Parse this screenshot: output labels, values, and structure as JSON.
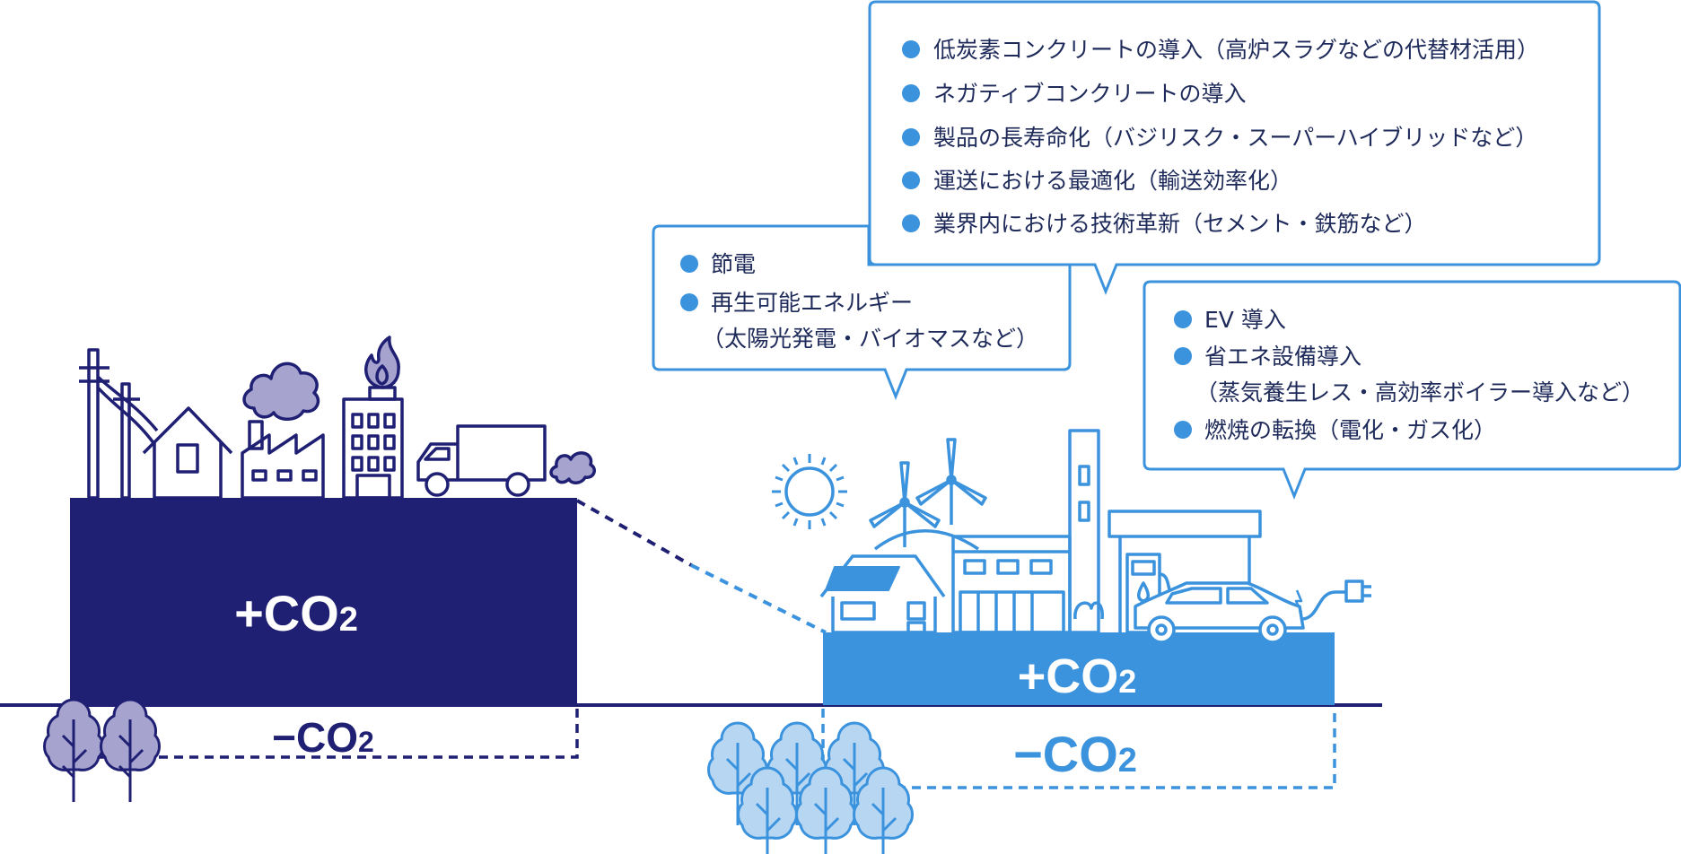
{
  "colors": {
    "navy": "#1f1f73",
    "blue": "#3b92dd",
    "light_blue": "#b7d6f2",
    "lavender": "#a6a3cf",
    "outline": "#1f1f73"
  },
  "left_block": {
    "plus_label": "+CO",
    "plus_sub": "2",
    "minus_label": "−CO",
    "minus_sub": "2"
  },
  "right_block": {
    "plus_label": "+CO",
    "plus_sub": "2",
    "minus_label": "−CO",
    "minus_sub": "2"
  },
  "bubbles": {
    "top": {
      "items": [
        "低炭素コンクリートの導入（高炉スラグなどの代替材活用）",
        "ネガティブコンクリートの導入",
        "製品の長寿命化（バジリスク・スーパーハイブリッドなど）",
        "運送における最適化（輸送効率化）",
        "業界内における技術革新（セメント・鉄筋など）"
      ]
    },
    "left": {
      "item1": "節電",
      "item2": "再生可能エネルギー",
      "item2_sub": "（太陽光発電・バイオマスなど）"
    },
    "right": {
      "item1": "EV 導入",
      "item2": "省エネ設備導入",
      "item2_sub": "（蒸気養生レス・高効率ボイラー導入など）",
      "item3": "燃焼の転換（電化・ガス化）"
    }
  },
  "icons": {
    "left_scene": [
      "utility-pole-icon",
      "house-icon",
      "factory-icon",
      "building-icon",
      "flame-icon",
      "smoke-icon",
      "truck-icon"
    ],
    "right_scene": [
      "sun-icon",
      "wind-turbine-icon",
      "solar-house-icon",
      "eco-factory-icon",
      "ev-charger-icon",
      "electric-car-icon",
      "plug-icon"
    ],
    "trees": [
      "tree-icon"
    ]
  }
}
